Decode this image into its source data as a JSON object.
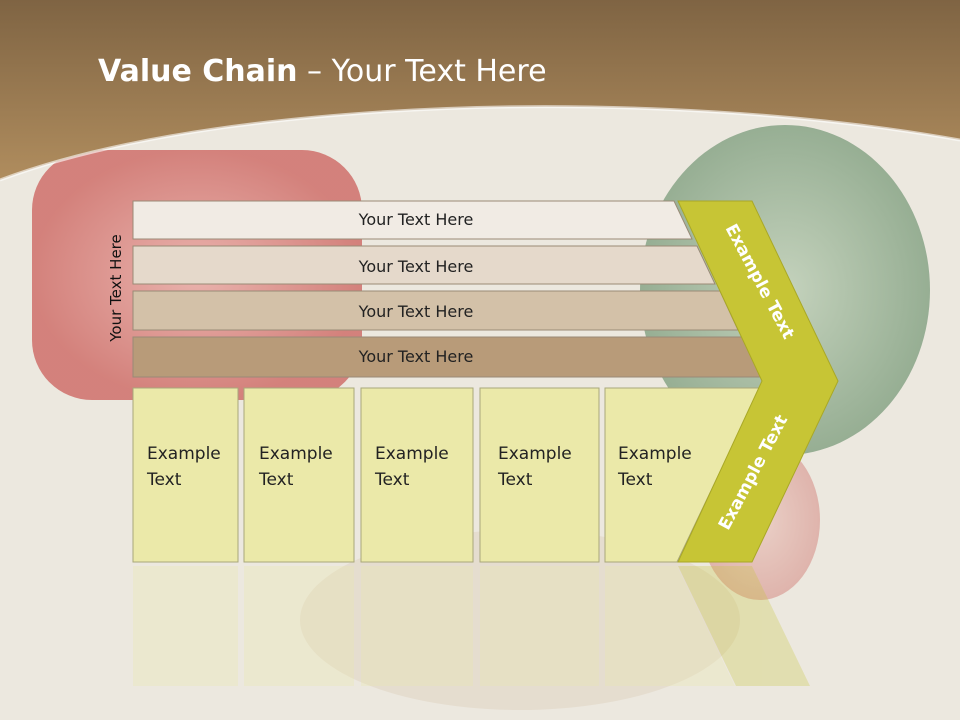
{
  "slide": {
    "title_bold": "Value Chain",
    "title_rest": " – Your Text Here",
    "side_label": "Your Text Here"
  },
  "bars": [
    {
      "label": "Your Text Here"
    },
    {
      "label": "Your Text Here"
    },
    {
      "label": "Your Text Here"
    },
    {
      "label": "Your Text Here"
    }
  ],
  "boxes": [
    {
      "line1": "Example",
      "line2": "Text"
    },
    {
      "line1": "Example",
      "line2": "Text"
    },
    {
      "line1": "Example",
      "line2": "Text"
    },
    {
      "line1": "Example",
      "line2": "Text"
    },
    {
      "line1": "Example",
      "line2": "Text"
    }
  ],
  "arrow": {
    "upper_text": "Example Text",
    "lower_text": "Example Text"
  },
  "colors": {
    "header": "#a88758",
    "bar_1": "#f1ebe4",
    "bar_2": "#e5d9cb",
    "bar_3": "#d3c1a8",
    "bar_4": "#b89b79",
    "box": "#ebe9a9",
    "arrow": "#c7c535"
  }
}
